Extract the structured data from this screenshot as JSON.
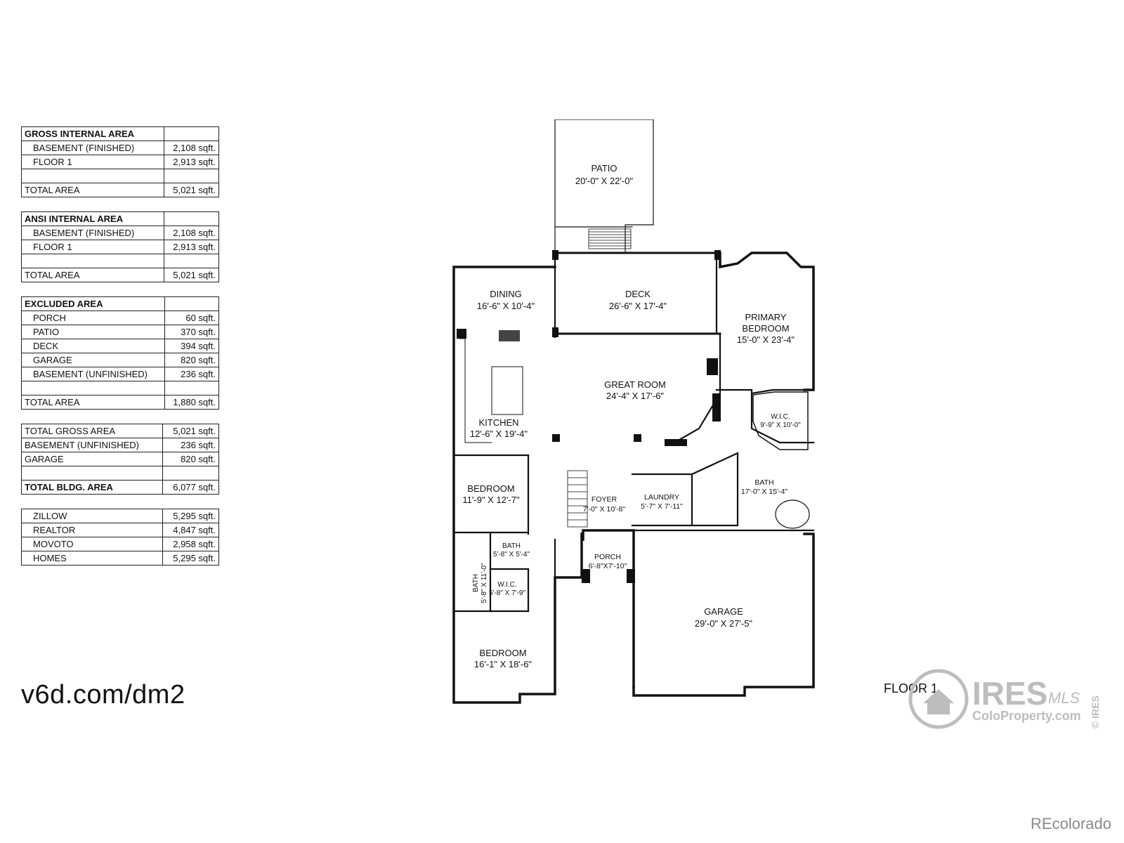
{
  "area_tables": [
    {
      "rows": [
        {
          "label": "GROSS INTERNAL AREA",
          "value": "",
          "type": "header"
        },
        {
          "label": "BASEMENT (FINISHED)",
          "value": "2,108 sqft.",
          "type": "item"
        },
        {
          "label": "FLOOR 1",
          "value": "2,913 sqft.",
          "type": "item"
        },
        {
          "label": "",
          "value": "",
          "type": "blank"
        },
        {
          "label": "TOTAL AREA",
          "value": "5,021 sqft.",
          "type": "total"
        }
      ]
    },
    {
      "rows": [
        {
          "label": "ANSI INTERNAL AREA",
          "value": "",
          "type": "header"
        },
        {
          "label": "BASEMENT (FINISHED)",
          "value": "2,108 sqft.",
          "type": "item"
        },
        {
          "label": "FLOOR 1",
          "value": "2,913 sqft.",
          "type": "item"
        },
        {
          "label": "",
          "value": "",
          "type": "blank"
        },
        {
          "label": "TOTAL AREA",
          "value": "5,021 sqft.",
          "type": "total"
        }
      ]
    },
    {
      "rows": [
        {
          "label": "EXCLUDED AREA",
          "value": "",
          "type": "header"
        },
        {
          "label": "PORCH",
          "value": "60 sqft.",
          "type": "item"
        },
        {
          "label": "PATIO",
          "value": "370 sqft.",
          "type": "item"
        },
        {
          "label": "DECK",
          "value": "394 sqft.",
          "type": "item"
        },
        {
          "label": "GARAGE",
          "value": "820 sqft.",
          "type": "item"
        },
        {
          "label": "BASEMENT (UNFINISHED)",
          "value": "236 sqft.",
          "type": "item"
        },
        {
          "label": "",
          "value": "",
          "type": "blank"
        },
        {
          "label": "TOTAL AREA",
          "value": "1,880 sqft.",
          "type": "total"
        }
      ]
    },
    {
      "rows": [
        {
          "label": "TOTAL GROSS AREA",
          "value": "5,021 sqft.",
          "type": "total"
        },
        {
          "label": "BASEMENT (UNFINISHED)",
          "value": "236 sqft.",
          "type": "total"
        },
        {
          "label": "GARAGE",
          "value": "820 sqft.",
          "type": "total"
        },
        {
          "label": "",
          "value": "",
          "type": "blank"
        },
        {
          "label": "TOTAL BLDG. AREA",
          "value": "6,077 sqft.",
          "type": "bold"
        }
      ]
    },
    {
      "rows": [
        {
          "label": "ZILLOW",
          "value": "5,295 sqft.",
          "type": "item"
        },
        {
          "label": "REALTOR",
          "value": "4,847 sqft.",
          "type": "item"
        },
        {
          "label": "MOVOTO",
          "value": "2,958 sqft.",
          "type": "item"
        },
        {
          "label": "HOMES",
          "value": "5,295 sqft.",
          "type": "item"
        }
      ]
    }
  ],
  "url_label": "v6d.com/dm2",
  "floor_label": "FLOOR 1",
  "rooms": [
    {
      "id": "patio",
      "name": "PATIO",
      "dims": "20'-0\" X 22'-0\""
    },
    {
      "id": "dining",
      "name": "DINING",
      "dims": "16'-6\" X 10'-4\""
    },
    {
      "id": "deck",
      "name": "DECK",
      "dims": "26'-6\" X 17'-4\""
    },
    {
      "id": "primary-bedroom",
      "name": "PRIMARY",
      "name2": "BEDROOM",
      "dims": "15'-0\" X 23'-4\""
    },
    {
      "id": "great-room",
      "name": "GREAT ROOM",
      "dims": "24'-4\" X 17'-6\""
    },
    {
      "id": "kitchen",
      "name": "KITCHEN",
      "dims": "12'-6\" X 19'-4\""
    },
    {
      "id": "wic-primary",
      "name": "W.I.C.",
      "dims": "9'-9\" X 10'-0\""
    },
    {
      "id": "bedroom-1",
      "name": "BEDROOM",
      "dims": "11'-9\" X 12'-7\""
    },
    {
      "id": "foyer",
      "name": "FOYER",
      "dims": "7'-0\" X 10'-8\""
    },
    {
      "id": "laundry",
      "name": "LAUNDRY",
      "dims": "5'-7\" X 7'-11\""
    },
    {
      "id": "bath-primary",
      "name": "BATH",
      "dims": "17'-0\" X 15'-4\""
    },
    {
      "id": "bath-small",
      "name": "BATH",
      "dims": "5'-8\" X 5'-4\""
    },
    {
      "id": "bath-vertical",
      "name": "BATH",
      "dims": "5'-8\" X 11'-0\""
    },
    {
      "id": "wic-small",
      "name": "W.I.C.",
      "dims": "5'-8\" X 7'-9\""
    },
    {
      "id": "porch",
      "name": "PORCH",
      "dims": "6'-8\"X7'-10\""
    },
    {
      "id": "garage",
      "name": "GARAGE",
      "dims": "29'-0\" X 27'-5\""
    },
    {
      "id": "bedroom-2",
      "name": "BEDROOM",
      "dims": "16'-1\" X 18'-6\""
    }
  ],
  "logo": {
    "main": "IRES",
    "mls": "MLS",
    "sub": "ColoProperty.com",
    "side": "© IRES",
    "color": "#bdbdbd"
  },
  "watermark": "REcolorado"
}
